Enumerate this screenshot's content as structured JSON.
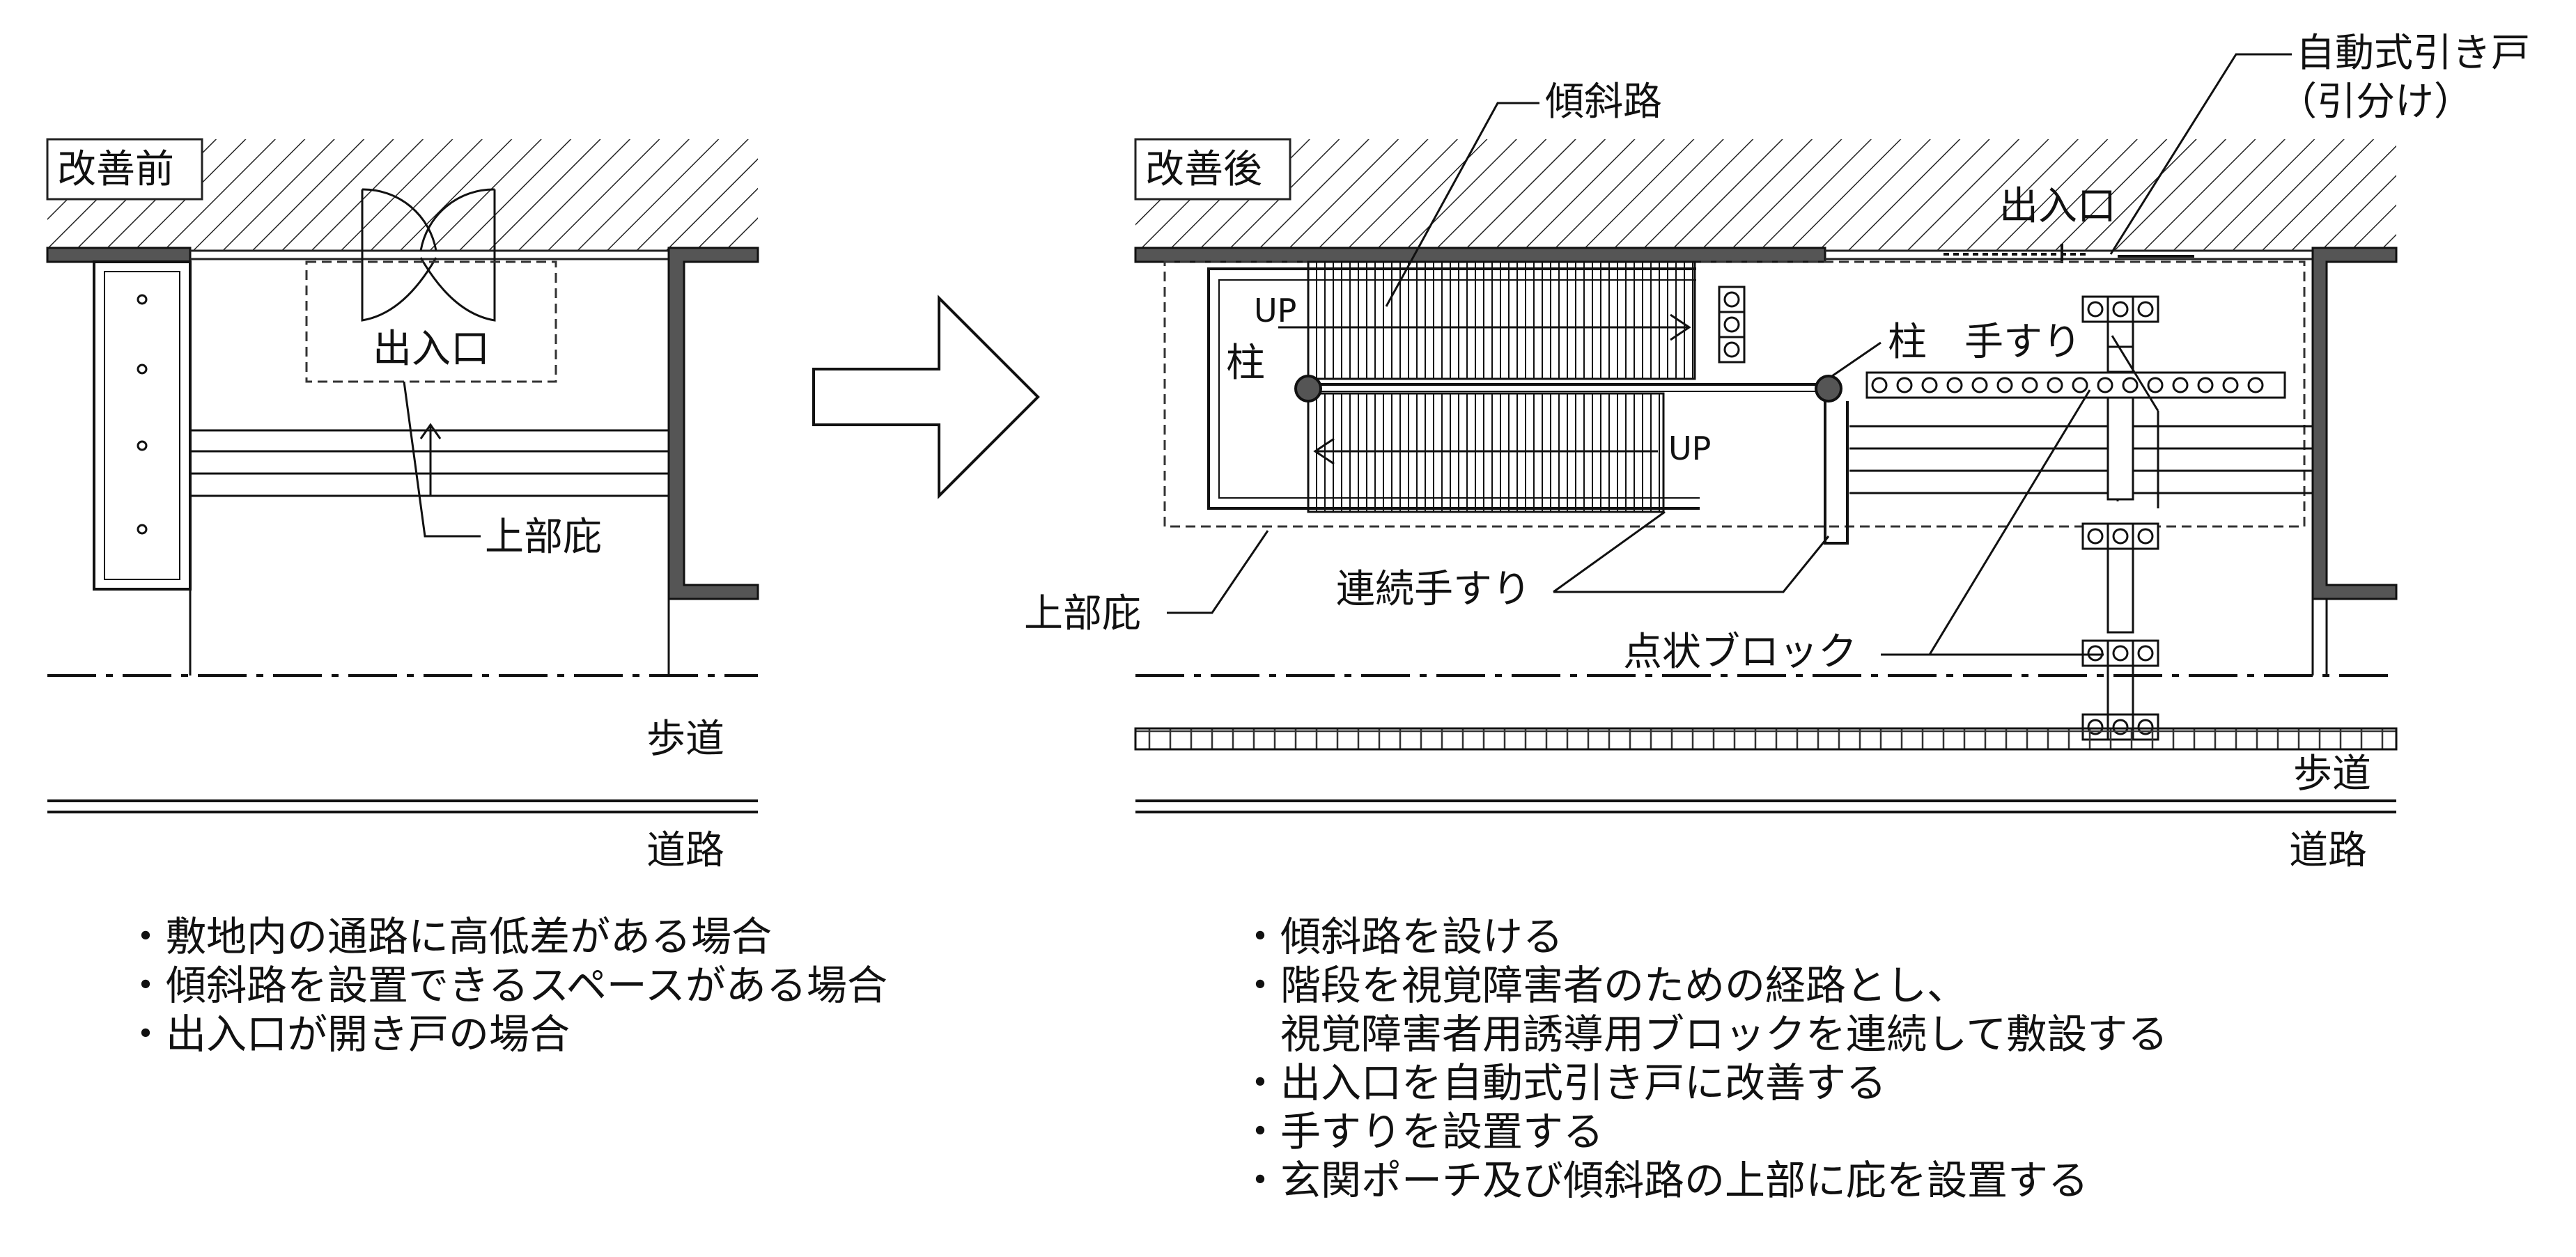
{
  "before": {
    "badge": "改善前",
    "entrance": "出入口",
    "canopy": "上部庇",
    "sidewalk": "歩道",
    "road": "道路",
    "notes": [
      "・敷地内の通路に高低差がある場合",
      "・傾斜路を設置できるスペースがある場合",
      "・出入口が開き戸の場合"
    ]
  },
  "after": {
    "badge": "改善後",
    "ramp": "傾斜路",
    "door_line1": "自動式引き戸",
    "door_line2": "（引分け）",
    "entrance": "出入口",
    "up_top": "UP",
    "up_bottom": "UP",
    "pillar_left": "柱",
    "pillar_right": "柱",
    "handrail": "手すり",
    "continuous_handrail": "連続手すり",
    "canopy": "上部庇",
    "tactile_block": "点状ブロック",
    "sidewalk": "歩道",
    "road": "道路",
    "notes": [
      "・傾斜路を設ける",
      "・階段を視覚障害者のための経路とし、",
      "　視覚障害者用誘導用ブロックを連続して敷設する",
      "・出入口を自動式引き戸に改善する",
      "・手すりを設置する",
      "・玄関ポーチ及び傾斜路の上部に庇を設置する"
    ]
  }
}
